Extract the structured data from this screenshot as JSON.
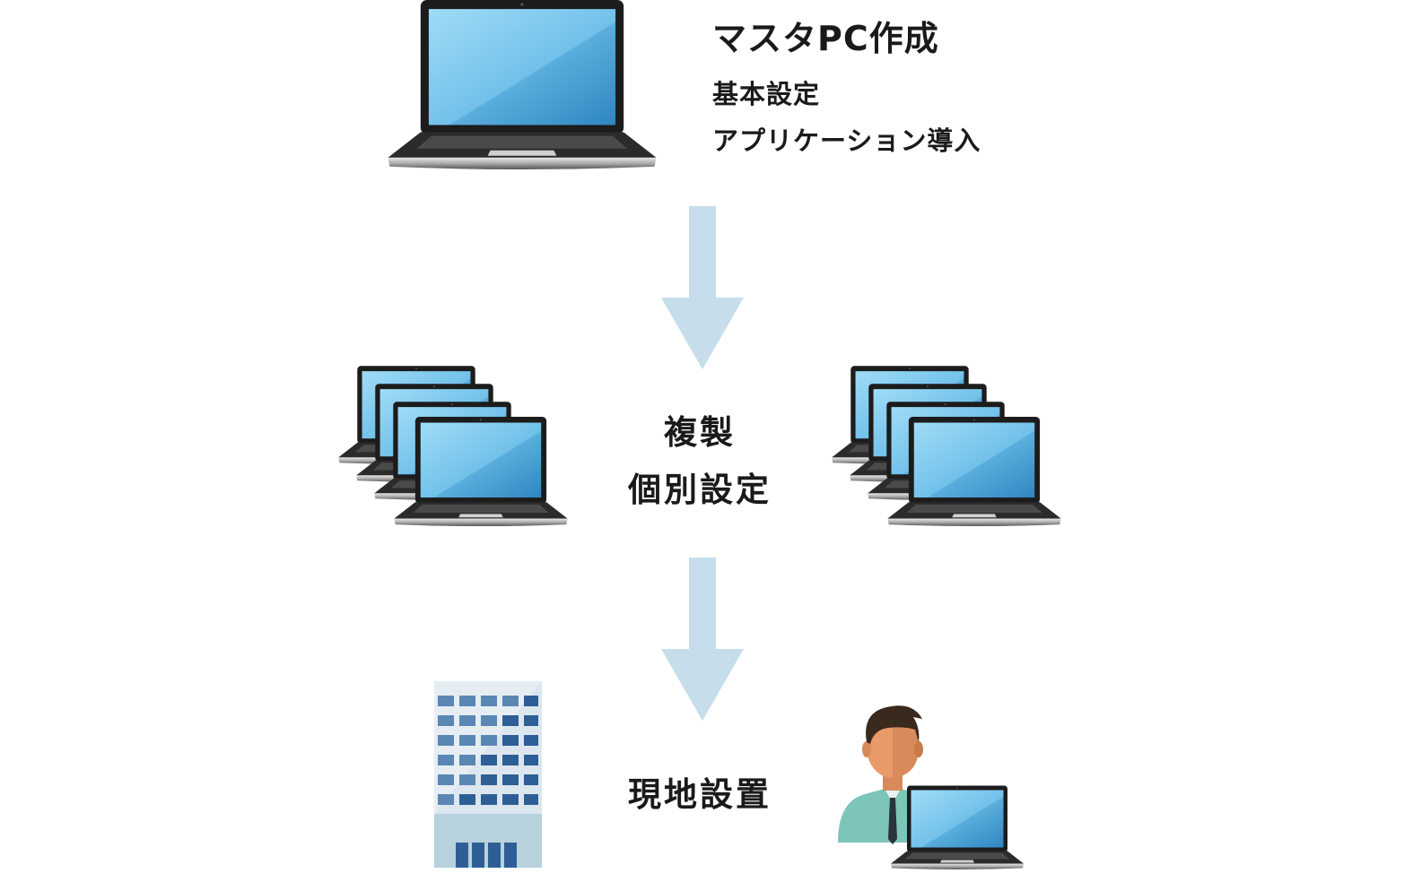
{
  "steps": [
    {
      "title": "マスタPC作成",
      "details": [
        "基本設定",
        "アプリケーション導入"
      ]
    },
    {
      "lines": [
        "複製",
        "個別設定"
      ]
    },
    {
      "lines": [
        "現地設置"
      ]
    }
  ],
  "icons": {
    "master": "laptop-icon",
    "clone_left": "laptop-stack-icon",
    "clone_right": "laptop-stack-icon",
    "building": "office-building-icon",
    "person": "businessman-with-laptop-icon",
    "arrow": "arrow-down-icon"
  },
  "colors": {
    "arrow": "#c6ddeb",
    "screen_light": "#8ed0f0",
    "screen_dark": "#3a96cc",
    "building_window": "#5b87b5",
    "building_base": "#b7d2dc",
    "text": "#1a1a1a"
  }
}
